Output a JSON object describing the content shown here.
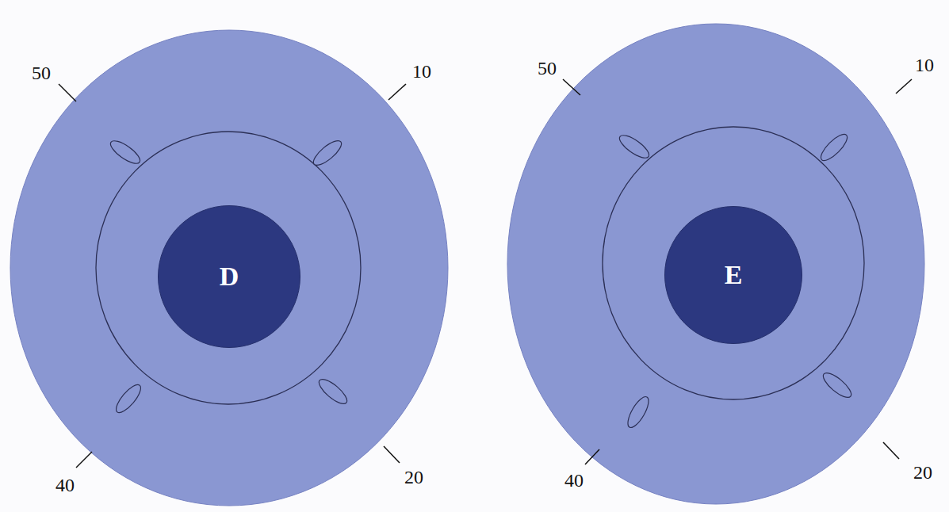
{
  "diagram": {
    "nodes": [
      {
        "text": [
          "D"
        ]
      },
      {
        "text": [
          "E"
        ]
      }
    ],
    "labels": [
      "50",
      "10",
      "40",
      "20",
      "50",
      "10",
      "40",
      "20"
    ]
  }
}
